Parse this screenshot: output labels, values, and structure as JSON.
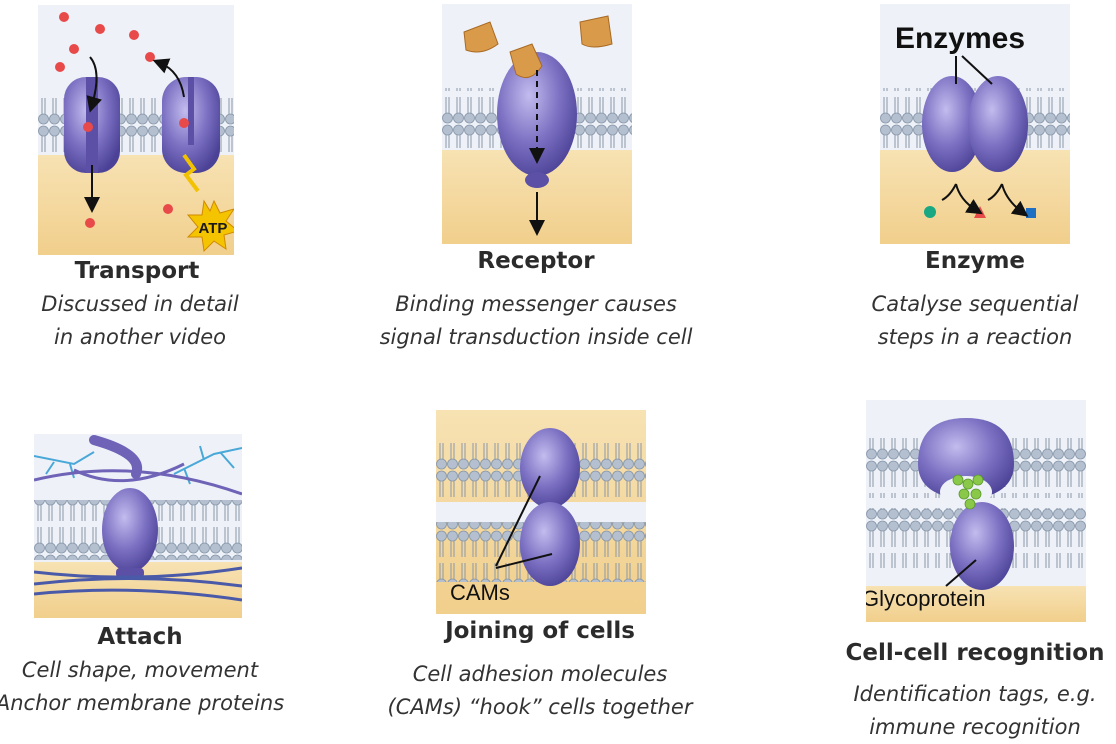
{
  "panels": {
    "transport": {
      "title": "Transport",
      "caption": [
        "Discussed in detail",
        "in another video"
      ],
      "badge": "ATP"
    },
    "receptor": {
      "title": "Receptor",
      "caption": [
        "Binding messenger causes",
        "signal transduction inside cell"
      ]
    },
    "enzyme": {
      "title": "Enzyme",
      "caption": [
        "Catalyse sequential",
        "steps in a reaction"
      ],
      "label": "Enzymes"
    },
    "attach": {
      "title": "Attach",
      "caption": [
        "Cell shape, movement",
        "Anchor membrane proteins"
      ]
    },
    "joining": {
      "title": "Joining of cells",
      "caption": [
        "Cell adhesion molecules",
        "(CAMs) “hook” cells together"
      ],
      "label": "CAMs"
    },
    "recognition": {
      "title": "Cell-cell recognition",
      "caption": [
        "Identification tags, e.g.",
        "immune recognition"
      ],
      "label": "Glycoprotein"
    }
  },
  "colors": {
    "protein": "#6f63b8",
    "protein_light": "#b9b3e6",
    "membrane_heads": "#a9b6c6",
    "cytoplasm": "#f4d9a0",
    "extracellular": "#e9eef6",
    "ion": "#e84a4a",
    "messenger": "#d99a4a",
    "glyco": "#8ac84a"
  }
}
